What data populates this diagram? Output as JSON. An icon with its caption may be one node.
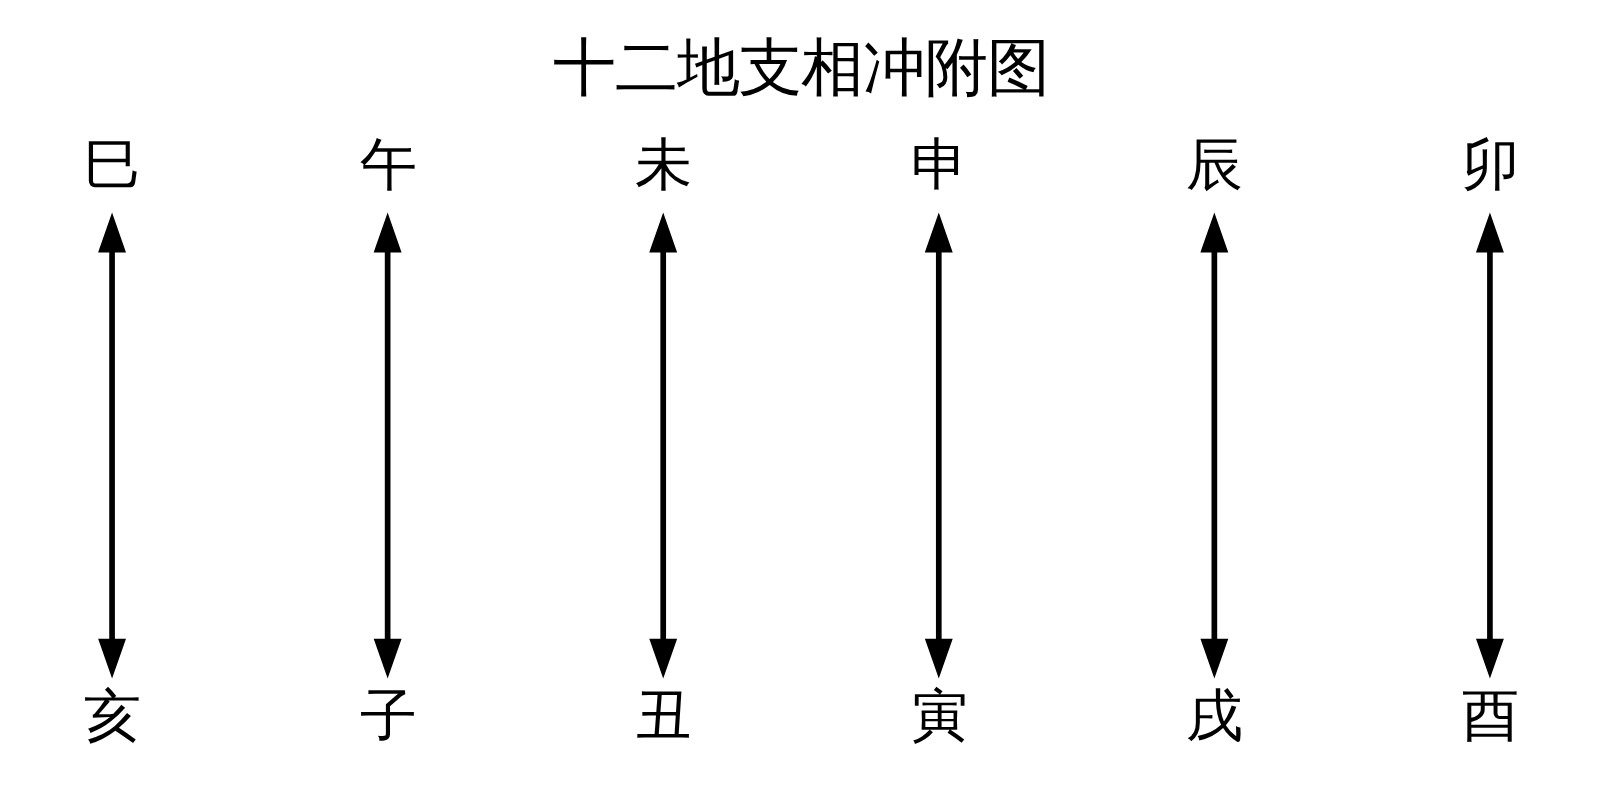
{
  "diagram": {
    "title": "十二地支相冲附图",
    "nodes": [
      {
        "text": [
          "巳"
        ]
      },
      {
        "text": [
          "午"
        ]
      },
      {
        "text": [
          "未"
        ]
      },
      {
        "text": [
          "申"
        ]
      },
      {
        "text": [
          "辰"
        ]
      },
      {
        "text": [
          "酉"
        ]
      },
      {
        "text": [
          "卯"
        ]
      },
      {
        "text": [
          "戌"
        ]
      },
      {
        "text": [
          "寅"
        ]
      },
      {
        "text": [
          "丑"
        ]
      },
      {
        "text": [
          "子"
        ]
      },
      {
        "text": [
          "亥"
        ]
      }
    ],
    "edges": [
      {
        "from": 0,
        "to": 11,
        "arrow": "both"
      },
      {
        "from": 1,
        "to": 10,
        "arrow": "both"
      },
      {
        "from": 2,
        "to": 9,
        "arrow": "both"
      },
      {
        "from": 3,
        "to": 8,
        "arrow": "both"
      },
      {
        "from": 4,
        "to": 7,
        "arrow": "both"
      },
      {
        "from": 6,
        "to": 5,
        "arrow": "both"
      }
    ]
  }
}
